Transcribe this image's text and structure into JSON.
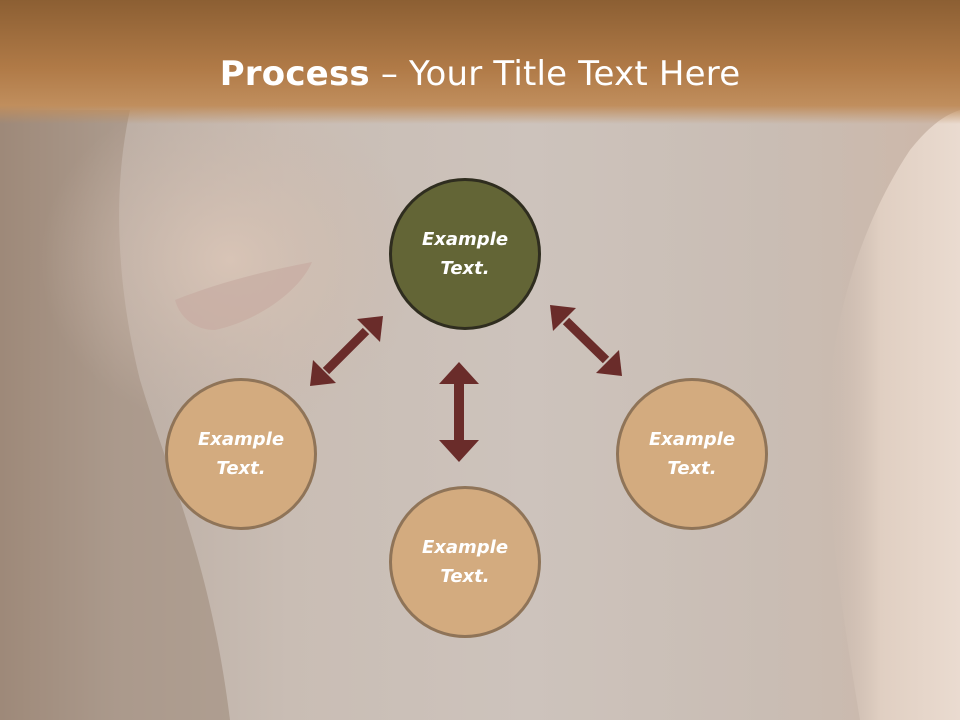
{
  "slide": {
    "title_bold": "Process",
    "title_rest": " – Your Title Text Here"
  },
  "nodes": {
    "center": {
      "label": "Example\nText."
    },
    "left": {
      "label": "Example\nText."
    },
    "bottom": {
      "label": "Example\nText."
    },
    "right": {
      "label": "Example\nText."
    }
  },
  "colors": {
    "header": "#b07a47",
    "center_fill": "#636536",
    "outer_fill": "#d3ab7f",
    "arrow": "#6a2c2a"
  }
}
